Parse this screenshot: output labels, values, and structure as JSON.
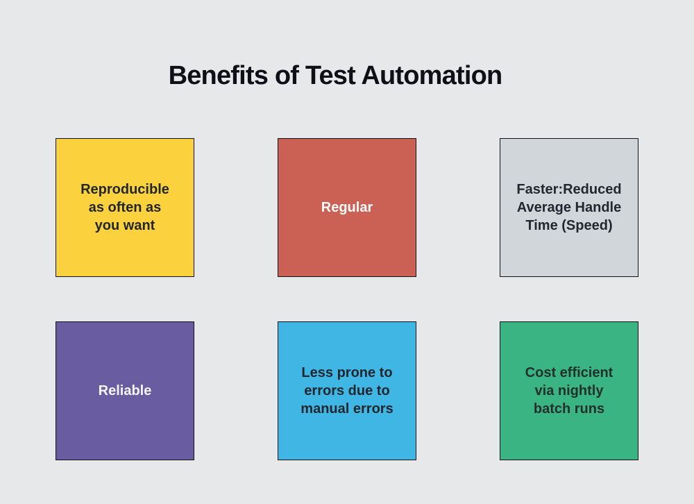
{
  "title": "Benefits of Test Automation",
  "background_color": "#E7E8EA",
  "border_color": "#101216",
  "cards": [
    {
      "id": "reproducible",
      "label": "Reproducible\nas often as\nyou want",
      "bg": "#FBD23D",
      "text_color": "#22262E"
    },
    {
      "id": "regular",
      "label": "Regular",
      "bg": "#CB6155",
      "text_color": "#FBFBFC"
    },
    {
      "id": "faster",
      "label": "Faster:Reduced\nAverage Handle\nTime (Speed)",
      "bg": "#D1D6DB",
      "text_color": "#22262E"
    },
    {
      "id": "reliable",
      "label": "Reliable",
      "bg": "#6A5CA0",
      "text_color": "#F6F5FA"
    },
    {
      "id": "less-errors",
      "label": "Less prone to\nerrors due to\nmanual errors",
      "bg": "#3FB6E3",
      "text_color": "#22272F"
    },
    {
      "id": "cost-efficient",
      "label": "Cost efficient\nvia nightly\nbatch runs",
      "bg": "#3BB483",
      "text_color": "#22302A"
    }
  ]
}
